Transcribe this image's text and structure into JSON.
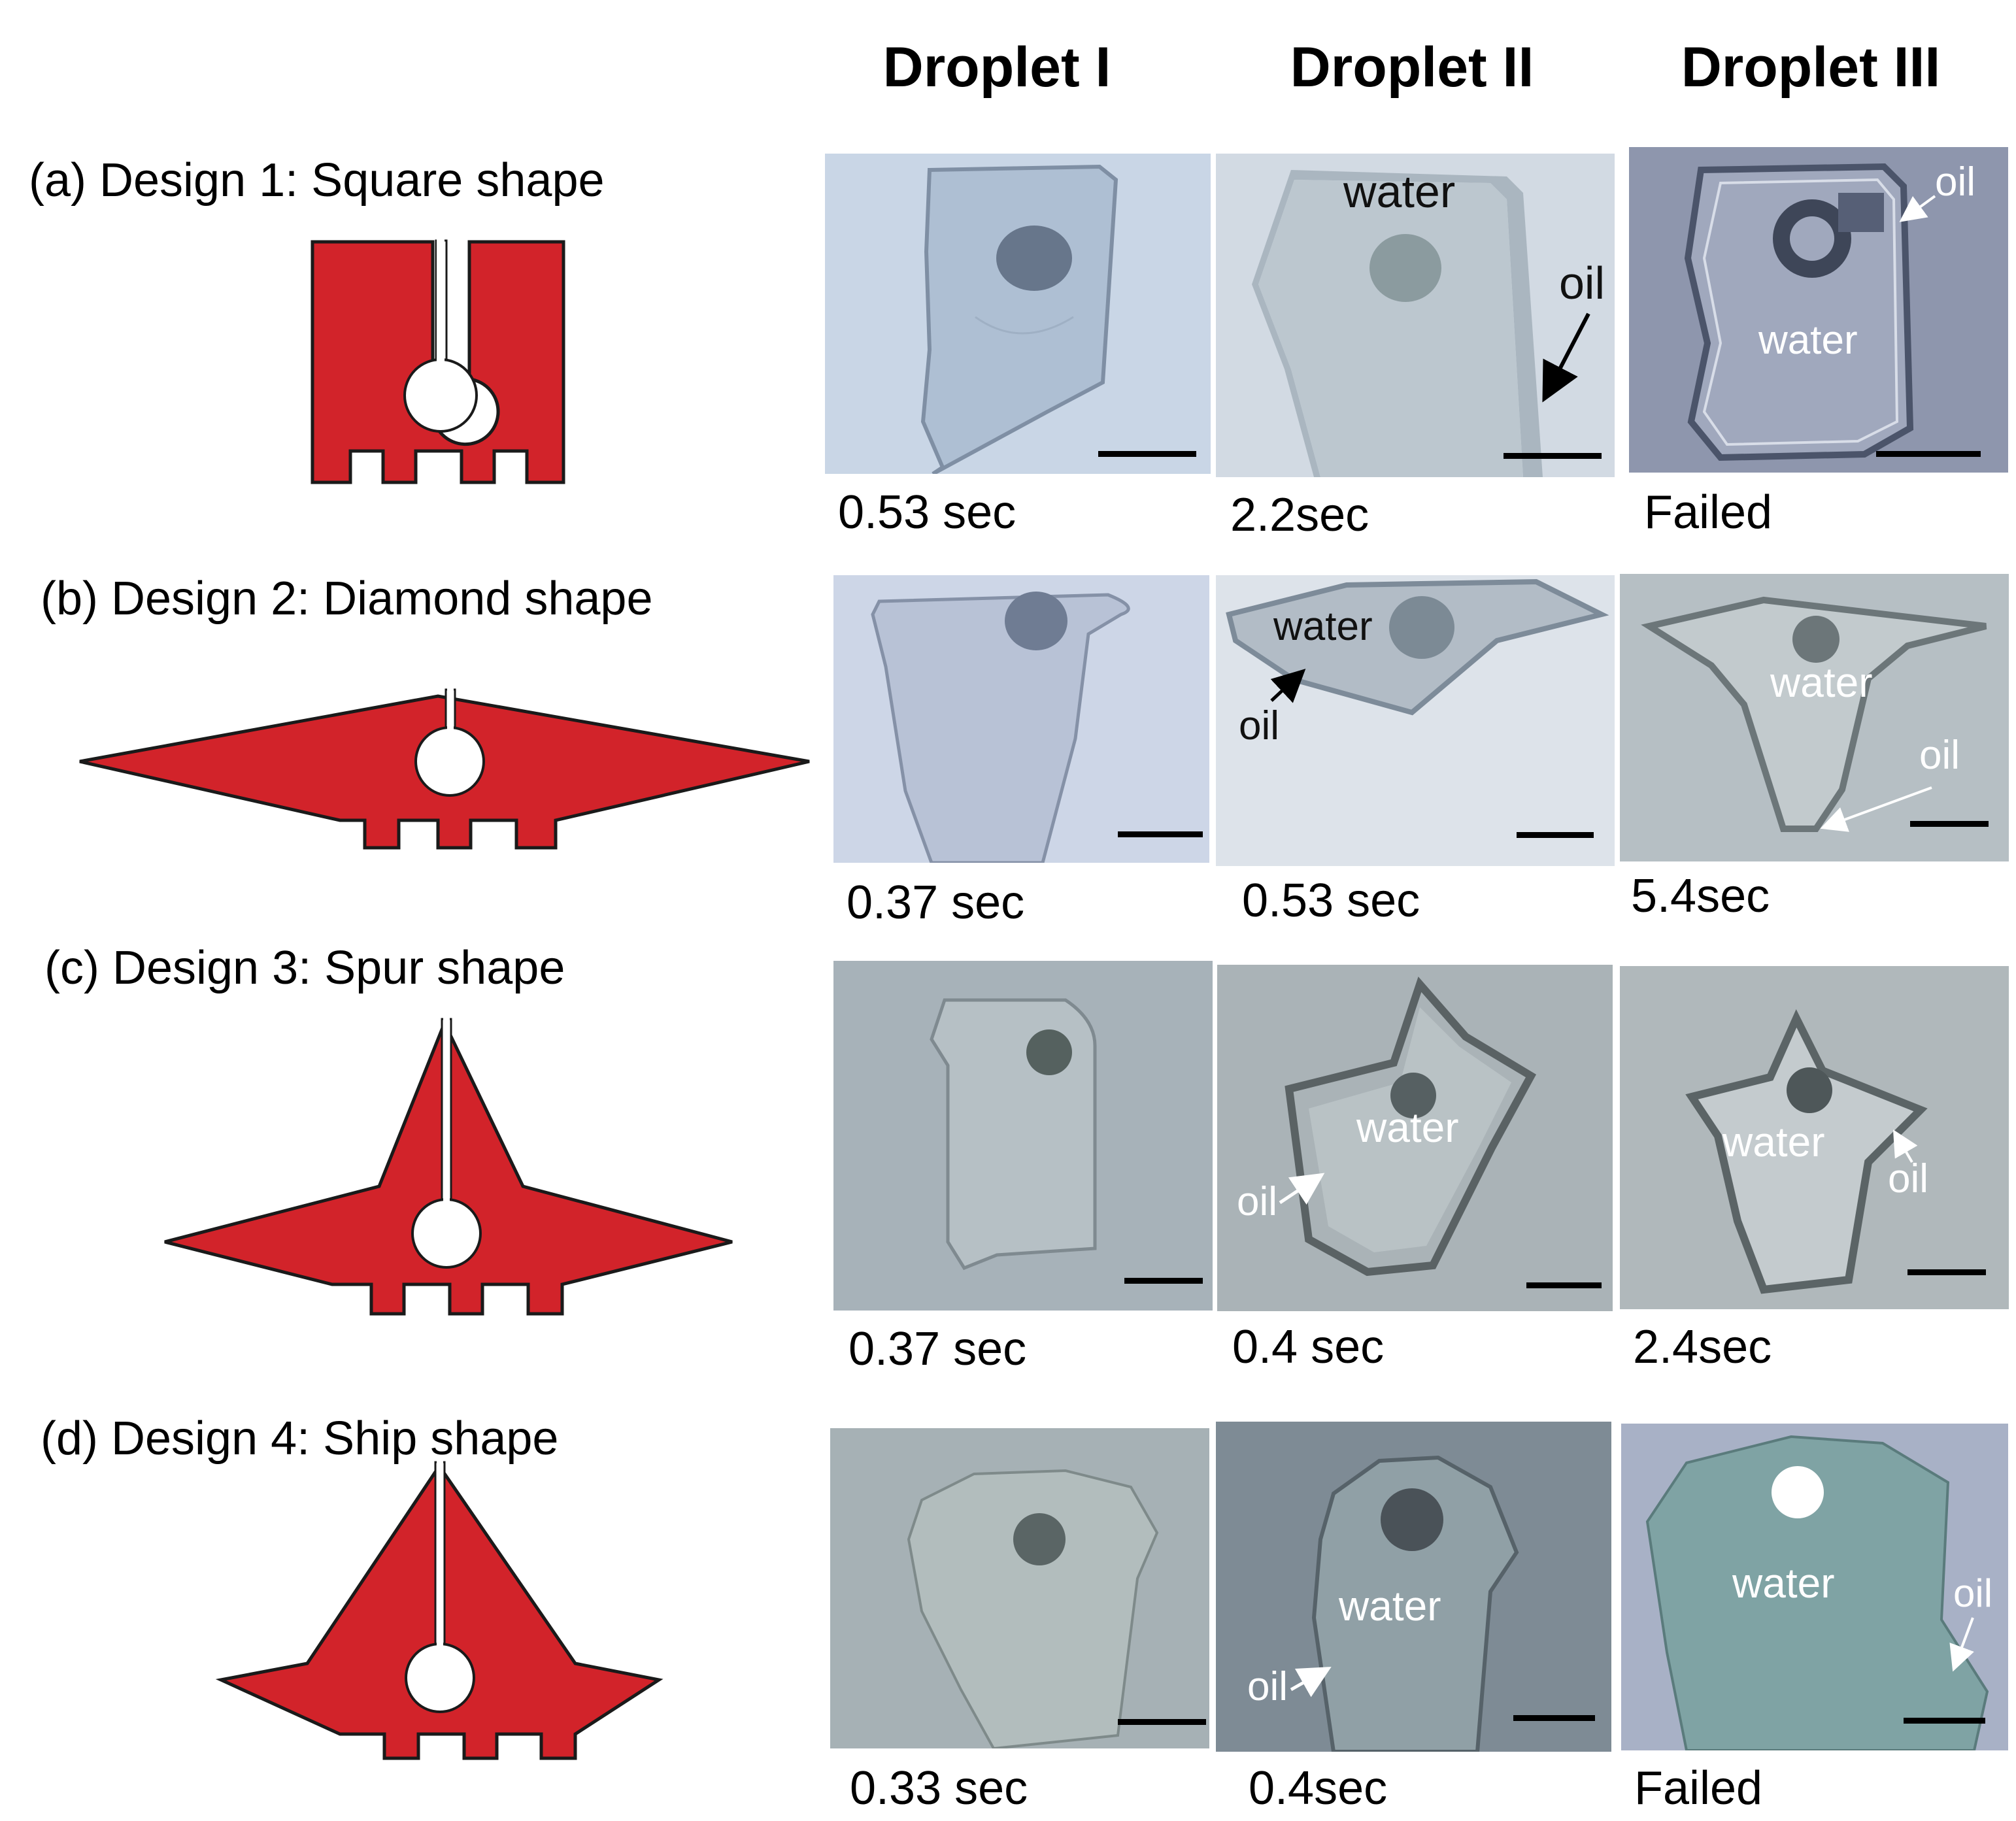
{
  "columns": [
    "Droplet I",
    "Droplet II",
    "Droplet III"
  ],
  "designs": [
    {
      "id": "a",
      "title": "(a) Design 1: Square shape",
      "times": [
        "0.53 sec",
        "2.2sec",
        "Failed"
      ],
      "labels": {
        "d2": [
          "water",
          "oil"
        ],
        "d3": [
          "oil",
          "water"
        ]
      }
    },
    {
      "id": "b",
      "title": "(b) Design 2: Diamond shape",
      "times": [
        "0.37 sec",
        "0.53 sec",
        "5.4sec"
      ],
      "labels": {
        "d2": [
          "water",
          "oil"
        ],
        "d3": [
          "water",
          "oil"
        ]
      }
    },
    {
      "id": "c",
      "title": "(c) Design 3: Spur shape",
      "times": [
        "0.37 sec",
        "0.4 sec",
        "2.4sec"
      ],
      "labels": {
        "d2": [
          "water",
          "oil"
        ],
        "d3": [
          "water",
          "oil"
        ]
      }
    },
    {
      "id": "d",
      "title": "(d) Design 4: Ship shape",
      "times": [
        "0.33 sec",
        "0.4sec",
        "Failed"
      ],
      "labels": {
        "d2": [
          "water",
          "oil"
        ],
        "d3": [
          "water",
          "oil"
        ]
      }
    }
  ],
  "colors": {
    "shape_fill": "#d2232a",
    "shape_stroke": "#1a1a1a"
  }
}
